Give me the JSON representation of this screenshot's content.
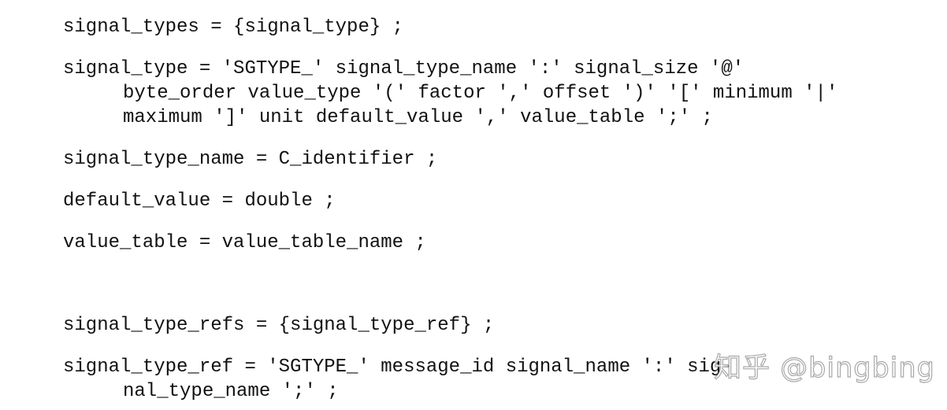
{
  "lines": [
    "signal_types = {signal_type} ;",
    "signal_type = 'SGTYPE_' signal_type_name ':' signal_size '@'",
    "byte_order value_type '(' factor ',' offset ')' '[' minimum '|'",
    "maximum ']' unit default_value ',' value_table ';' ;",
    "signal_type_name = C_identifier ;",
    "default_value = double ;",
    "value_table = value_table_name ;",
    "signal_type_refs = {signal_type_ref} ;",
    "signal_type_ref = 'SGTYPE_' message_id signal_name ':' sig-",
    "nal_type_name ';' ;"
  ],
  "watermark": "知乎 @bingbing"
}
